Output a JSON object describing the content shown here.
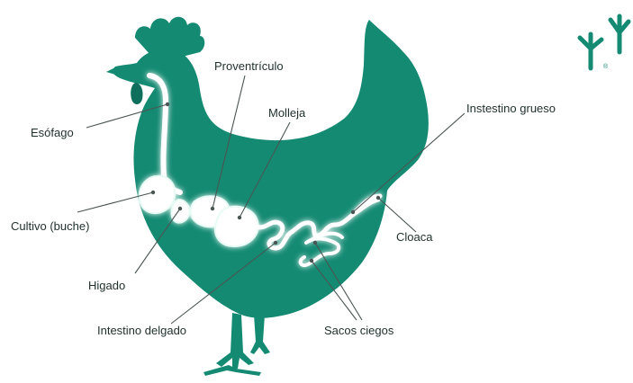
{
  "colors": {
    "body": "#148a73",
    "body_dark": "#0e6f5c",
    "organs_glow": "#e9fbf5",
    "organs_fill": "#ffffff",
    "text": "#1f2f2c",
    "leader": "#4a5553"
  },
  "logo": {
    "icon": "bird-footprints-logo-icon",
    "mark": "®"
  },
  "labels": {
    "esofago": "Esófago",
    "cultivo": "Cultivo (buche)",
    "higado": "Higado",
    "proventriculo": "Proventrículo",
    "molleja": "Molleja",
    "intestino_delgado": "Intestino delgado",
    "intestino_grueso": "Instestino grueso",
    "cloaca": "Cloaca",
    "sacos_ciegos": "Sacos ciegos"
  }
}
